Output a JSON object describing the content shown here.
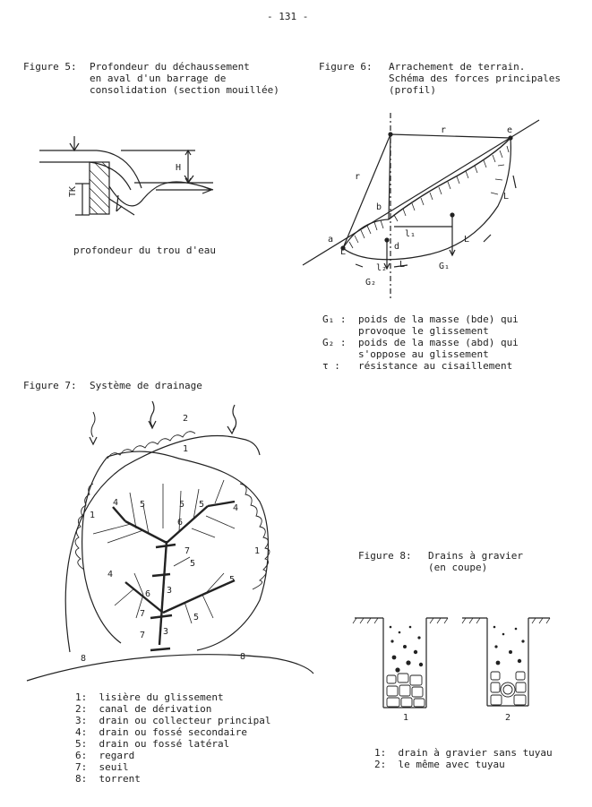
{
  "page_number": "- 131 -",
  "fig5": {
    "caption_label": "Figure 5:",
    "caption_lines": [
      "Profondeur du déchaussement",
      "en aval d'un barrage de",
      "consolidation (section mouillée)"
    ],
    "label_H": "H",
    "label_TK": "TK",
    "note": "profondeur du trou d'eau"
  },
  "fig6": {
    "caption_label": "Figure 6:",
    "caption_lines": [
      "Arrachement de terrain.",
      "Schéma des forces principales",
      "(profil)"
    ],
    "labels": {
      "r_top": "r",
      "r_left": "r",
      "e": "e",
      "b": "b",
      "a": "a",
      "d": "d",
      "l1": "l₁",
      "l2": "l₂",
      "L1": "L",
      "L2": "L",
      "L3": "L",
      "L4": "L",
      "G1": "G₁",
      "G2": "G₂"
    },
    "legend": [
      {
        "sym": "G₁ :",
        "text": "poids de la masse (bde) qui",
        "text2": "provoque le glissement"
      },
      {
        "sym": "G₂ :",
        "text": "poids de la masse (abd) qui",
        "text2": "s'oppose au glissement"
      },
      {
        "sym": "τ :",
        "text": "résistance au cisaillement",
        "text2": ""
      }
    ]
  },
  "fig7": {
    "caption_label": "Figure 7:",
    "caption_text": "Système de drainage",
    "legend": [
      "1:  lisière du glissement",
      "2:  canal de dérivation",
      "3:  drain ou collecteur principal",
      "4:  drain ou fossé secondaire",
      "5:  drain ou fossé latéral",
      "6:  regard",
      "7:  seuil",
      "8:  torrent"
    ]
  },
  "fig8": {
    "caption_label": "Figure 8:",
    "caption_lines": [
      "Drains à gravier",
      "(en coupe)"
    ],
    "drain_labels": [
      "1",
      "2"
    ],
    "legend": [
      "1:  drain à gravier sans tuyau",
      "2:  le même avec tuyau"
    ]
  }
}
